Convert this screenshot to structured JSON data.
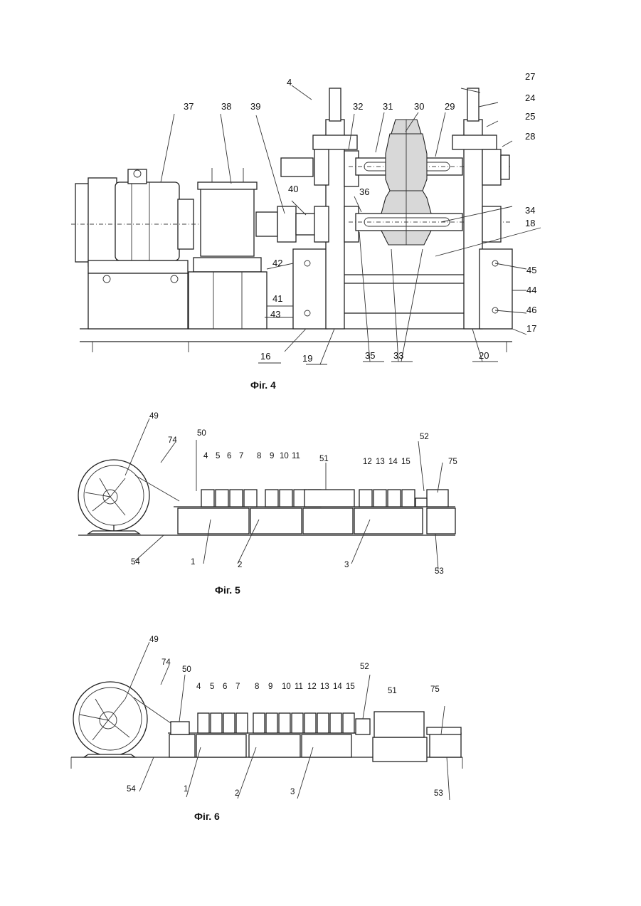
{
  "fig4": {
    "caption": "Фіг. 4",
    "labels": [
      "4",
      "27",
      "24",
      "25",
      "28",
      "37",
      "38",
      "39",
      "32",
      "31",
      "30",
      "29",
      "40",
      "36",
      "34",
      "18",
      "42",
      "45",
      "41",
      "44",
      "43",
      "46",
      "17",
      "16",
      "19",
      "35",
      "33",
      "20"
    ]
  },
  "fig5": {
    "caption": "Фіг. 5",
    "labels": [
      "49",
      "74",
      "50",
      "4",
      "5",
      "6",
      "7",
      "8",
      "9",
      "10",
      "11",
      "51",
      "12",
      "13",
      "14",
      "15",
      "52",
      "75",
      "54",
      "1",
      "2",
      "3",
      "53"
    ]
  },
  "fig6": {
    "caption": "Фіг. 6",
    "labels": [
      "49",
      "74",
      "50",
      "4",
      "5",
      "6",
      "7",
      "8",
      "9",
      "10",
      "11",
      "12",
      "13",
      "14",
      "15",
      "52",
      "51",
      "75",
      "54",
      "1",
      "2",
      "3",
      "53"
    ]
  }
}
